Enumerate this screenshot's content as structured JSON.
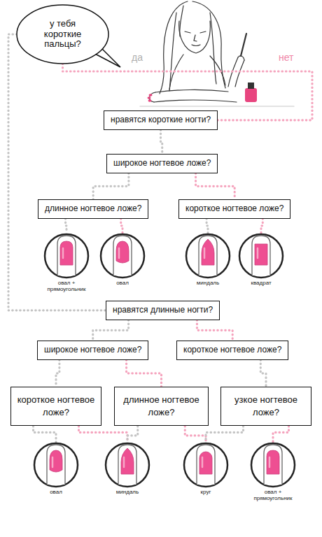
{
  "diagram": {
    "nodes": [
      {
        "text": [
          "у тебя короткие пальцы?"
        ]
      },
      {
        "text": [
          "нравятся короткие ногти?"
        ]
      },
      {
        "text": [
          "широкое ногтевое ложе?"
        ]
      },
      {
        "text": [
          "длинное ногтевое ложе?"
        ]
      },
      {
        "text": [
          "короткое ногтевое ложе?"
        ]
      },
      {
        "text": [
          "овал + прямоугольник"
        ]
      },
      {
        "text": [
          "овал"
        ]
      },
      {
        "text": [
          "миндаль"
        ]
      },
      {
        "text": [
          "квадрат"
        ]
      },
      {
        "text": [
          "нравятся длинные ногти?"
        ]
      },
      {
        "text": [
          "широкое ногтевое ложе?"
        ]
      },
      {
        "text": [
          "короткое ногтевое ложе?"
        ]
      },
      {
        "text": [
          "короткое ногтевое ложе?"
        ]
      },
      {
        "text": [
          "длинное ногтевое ложе?"
        ]
      },
      {
        "text": [
          "узкое ногтевое ложе?"
        ]
      },
      {
        "text": [
          "овал"
        ]
      },
      {
        "text": [
          "миндаль"
        ]
      },
      {
        "text": [
          "круг"
        ]
      },
      {
        "text": [
          "овал + прямоугольник"
        ]
      }
    ],
    "edges": [
      {
        "from": 0,
        "to": 1,
        "arrow": "none"
      },
      {
        "from": 0,
        "to": 9,
        "arrow": "none"
      },
      {
        "from": 1,
        "to": 2,
        "arrow": "none"
      },
      {
        "from": 2,
        "to": 3,
        "arrow": "none"
      },
      {
        "from": 2,
        "to": 4,
        "arrow": "none"
      },
      {
        "from": 3,
        "to": 5,
        "arrow": "none"
      },
      {
        "from": 3,
        "to": 6,
        "arrow": "none"
      },
      {
        "from": 4,
        "to": 7,
        "arrow": "none"
      },
      {
        "from": 4,
        "to": 8,
        "arrow": "none"
      },
      {
        "from": 9,
        "to": 10,
        "arrow": "none"
      },
      {
        "from": 9,
        "to": 11,
        "arrow": "none"
      },
      {
        "from": 10,
        "to": 12,
        "arrow": "none"
      },
      {
        "from": 10,
        "to": 13,
        "arrow": "none"
      },
      {
        "from": 11,
        "to": 14,
        "arrow": "none"
      },
      {
        "from": 12,
        "to": 15,
        "arrow": "none"
      },
      {
        "from": 12,
        "to": 16,
        "arrow": "none"
      },
      {
        "from": 13,
        "to": 16,
        "arrow": "none"
      },
      {
        "from": 13,
        "to": 17,
        "arrow": "none"
      },
      {
        "from": 14,
        "to": 17,
        "arrow": "none"
      },
      {
        "from": 14,
        "to": 18,
        "arrow": "none"
      }
    ],
    "labels": [
      "да",
      "нет"
    ]
  }
}
